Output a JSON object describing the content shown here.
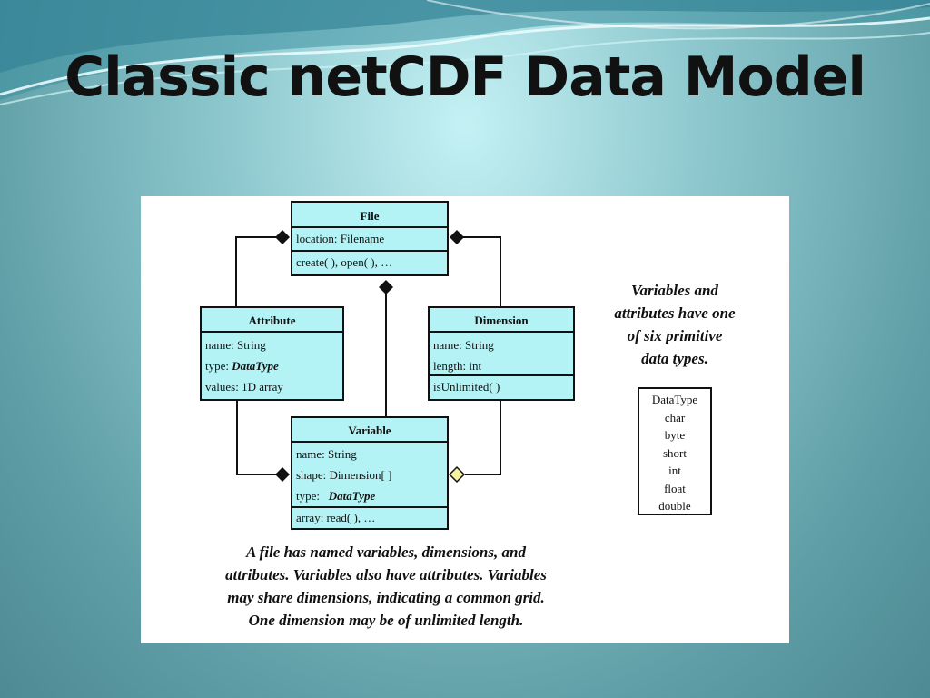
{
  "slide": {
    "title": "Classic netCDF Data Model"
  },
  "diagram": {
    "file": {
      "name": "File",
      "attributes": [
        "location: Filename"
      ],
      "methods": [
        "create( ), open( ), …"
      ]
    },
    "attribute": {
      "name": "Attribute",
      "fields": [
        {
          "label": "name: String",
          "type": ""
        },
        {
          "label": "type: ",
          "type": "DataType"
        },
        {
          "label": "values: 1D array",
          "type": ""
        }
      ]
    },
    "dimension": {
      "name": "Dimension",
      "fields": [
        "name: String",
        "length: int"
      ],
      "methods": [
        "isUnlimited( )"
      ]
    },
    "variable": {
      "name": "Variable",
      "fields": [
        {
          "label": "name: String",
          "type": ""
        },
        {
          "label": "shape: Dimension[ ]",
          "type": ""
        },
        {
          "label": "type:   ",
          "type": "DataType"
        }
      ],
      "methods": [
        "array: read( ), …"
      ]
    },
    "side_note": [
      "Variables and",
      "attributes have one",
      "of six primitive",
      "data types."
    ],
    "datatype_box": {
      "header": "DataType",
      "types": [
        "char",
        "byte",
        "short",
        "int",
        "float",
        "double"
      ]
    },
    "caption": [
      "A file has named variables, dimensions, and",
      "attributes. Variables also have attributes.  Variables",
      "may share dimensions, indicating a common grid.",
      "One dimension may be of unlimited length."
    ]
  }
}
